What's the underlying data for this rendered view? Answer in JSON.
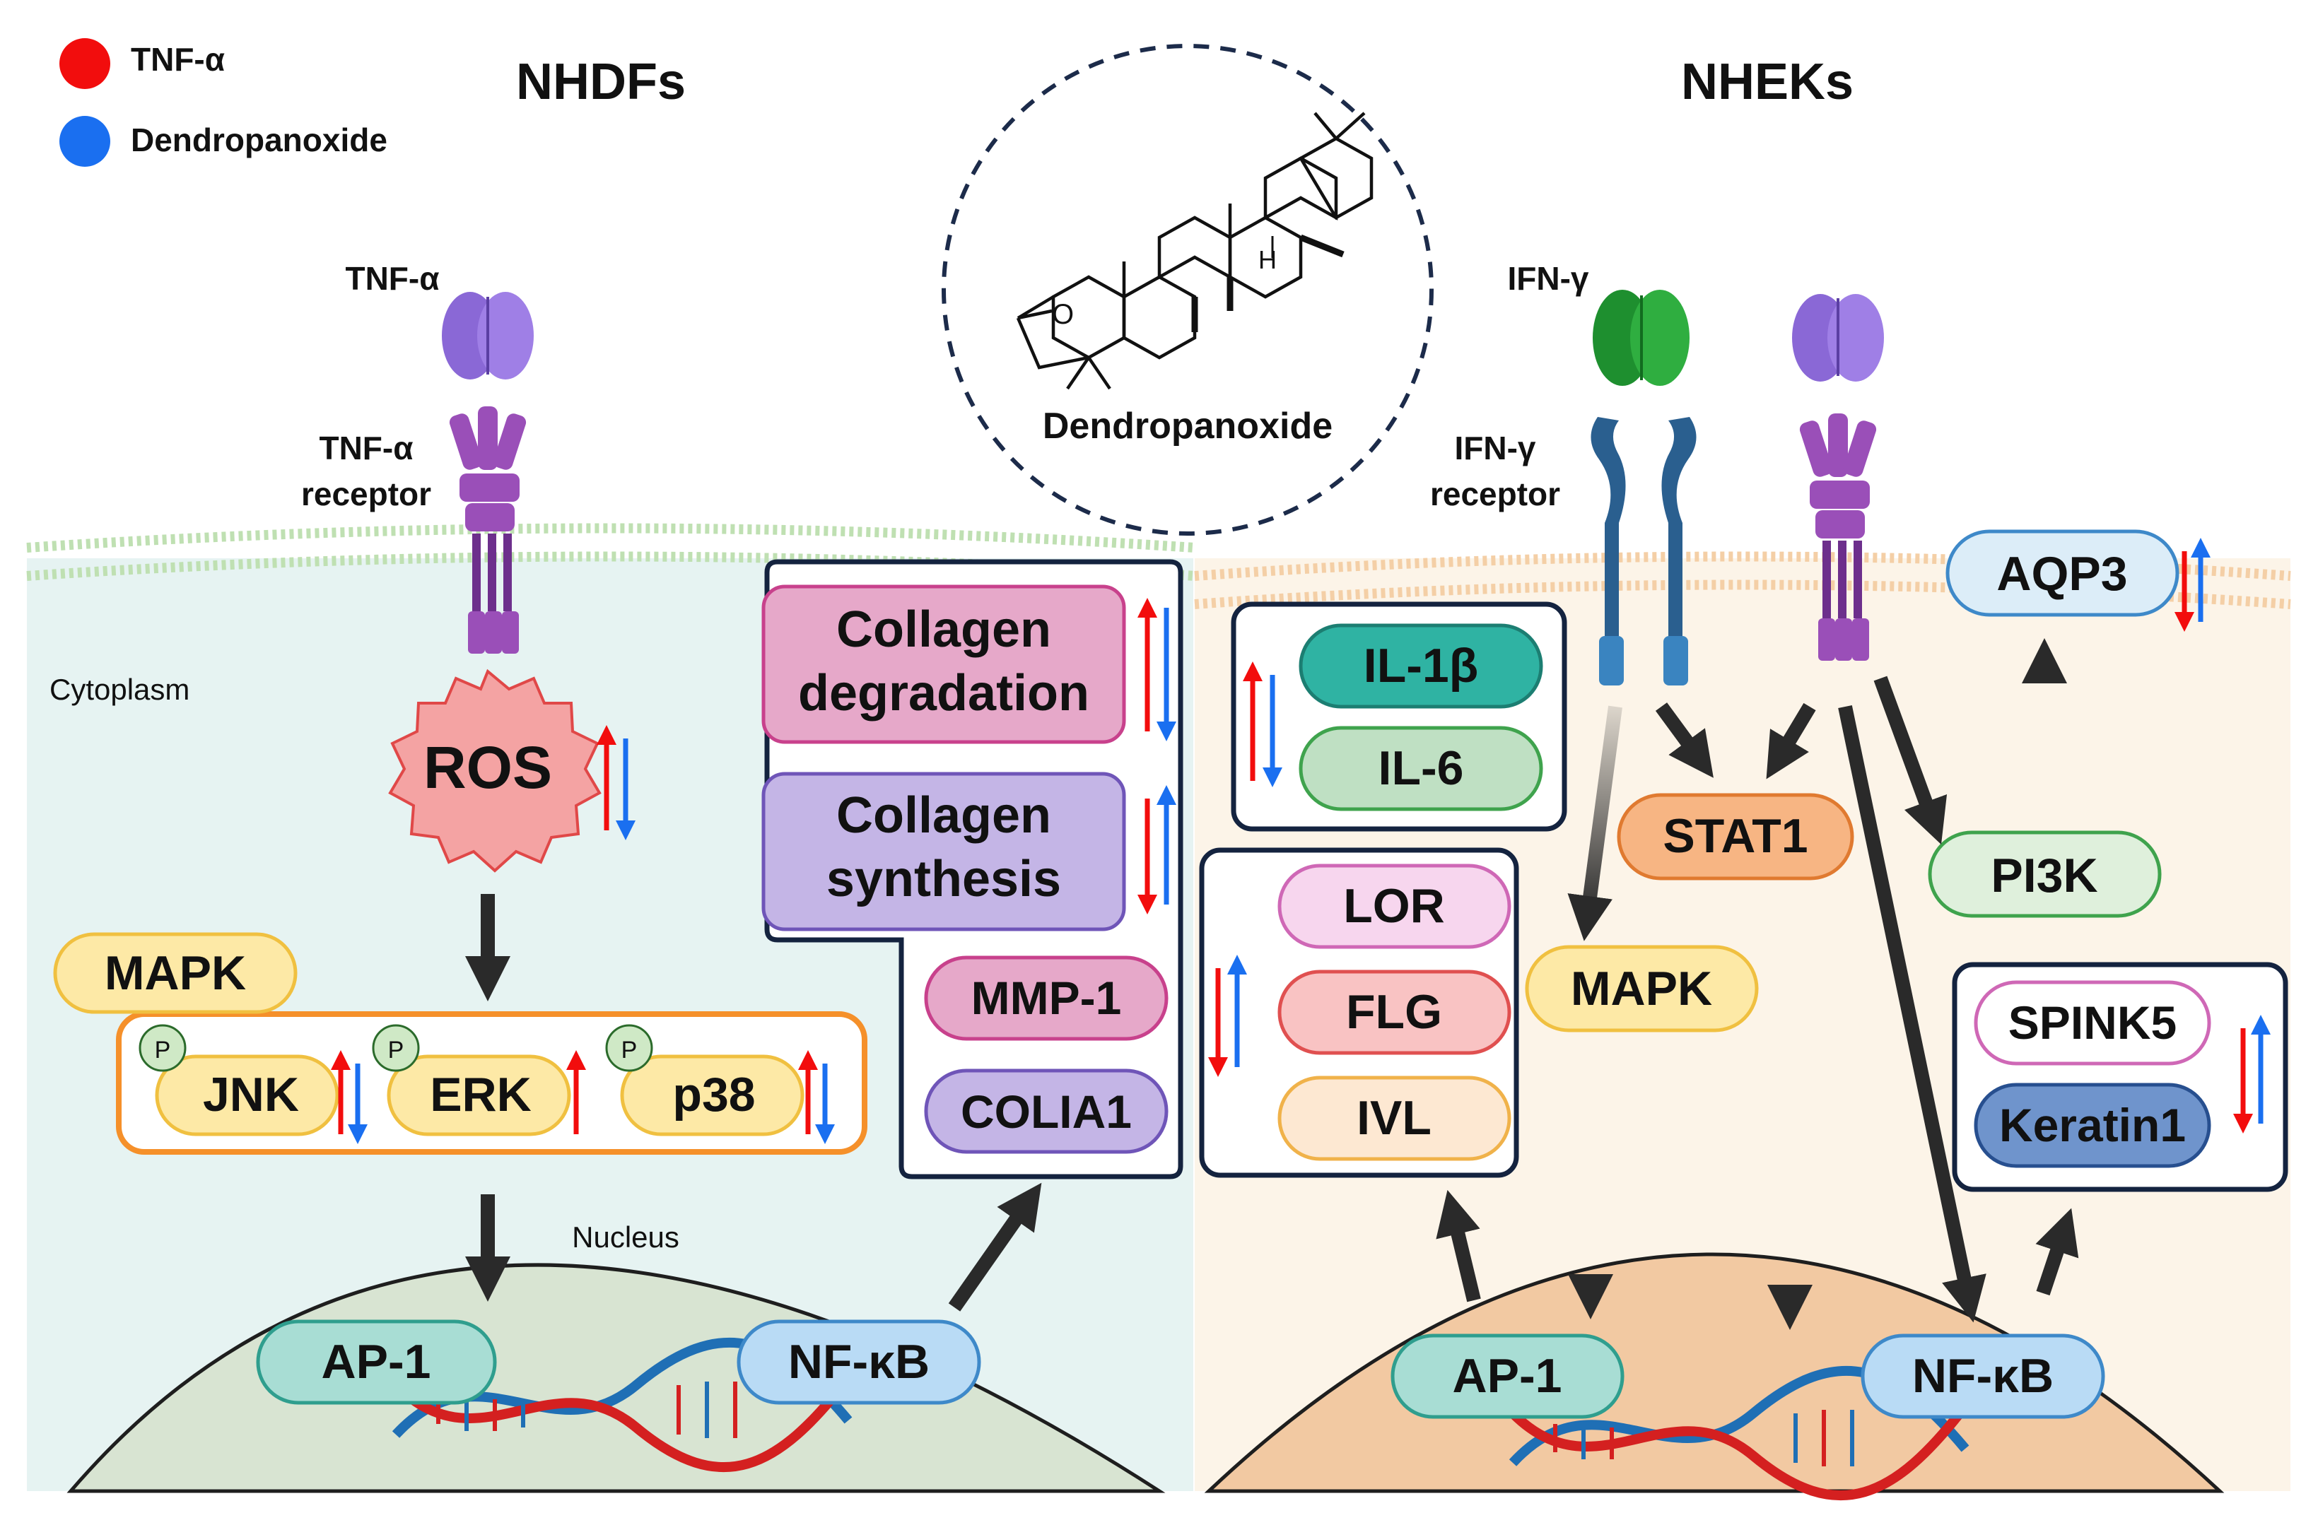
{
  "legend": [
    {
      "label": "TNF-α",
      "color": "#f20d0d"
    },
    {
      "label": "Dendropanoxide",
      "color": "#1a6ff0"
    }
  ],
  "panels": {
    "left_title": "NHDFs",
    "right_title": "NHEKs"
  },
  "compound": {
    "name": "Dendropanoxide",
    "atom_O": "O",
    "atom_H": "H"
  },
  "left": {
    "ligand_label": "TNF-α",
    "receptor_label_1": "TNF-α",
    "receptor_label_2": "receptor",
    "cytoplasm": "Cytoplasm",
    "ros": "ROS",
    "mapk": "MAPK",
    "phospho": "P",
    "kinases": [
      "JNK",
      "ERK",
      "p38"
    ],
    "nucleus": "Nucleus",
    "tf_ap1": "AP-1",
    "tf_nfkb": "NF-κB",
    "collagen_degradation": [
      "Collagen",
      "degradation"
    ],
    "collagen_synthesis": [
      "Collagen",
      "synthesis"
    ],
    "mmp1": "MMP-1",
    "colia1": "COLIA1"
  },
  "right": {
    "ifn_label": "IFN-γ",
    "ifn_receptor_1": "IFN-γ",
    "ifn_receptor_2": "receptor",
    "il1b": "IL-1β",
    "il6": "IL-6",
    "stat1": "STAT1",
    "mapk": "MAPK",
    "pi3k": "PI3K",
    "aqp3": "AQP3",
    "lor": "LOR",
    "flg": "FLG",
    "ivl": "IVL",
    "spink5": "SPINK5",
    "keratin1": "Keratin1",
    "tf_ap1": "AP-1",
    "tf_nfkb": "NF-κB"
  },
  "colors": {
    "up_red": "#f20d0d",
    "down_blue": "#1a6ff0",
    "box_border": "#14233f",
    "left_bg": "#e6f3f2",
    "right_bg": "#fcf4e8"
  }
}
